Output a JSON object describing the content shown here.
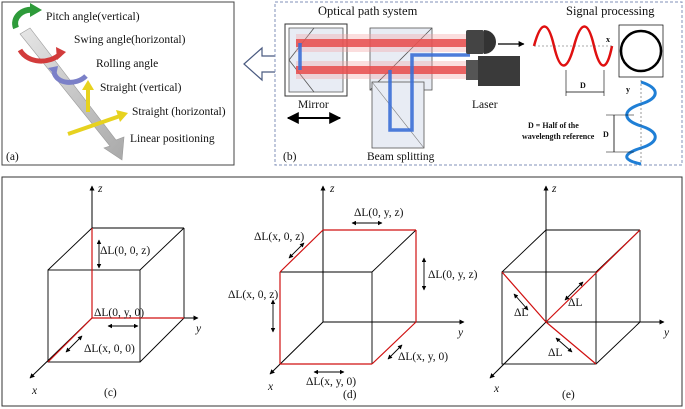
{
  "panel_a": {
    "tag": "(a)",
    "labels": {
      "pitch": "Pitch angle(vertical)",
      "swing": "Swing angle(horizontal)",
      "rolling": "Rolling angle",
      "straight_v": "Straight (vertical)",
      "straight_h": "Straight (horizontal)",
      "linear": "Linear positioning"
    },
    "colors": {
      "pitch": "#2e9b3a",
      "swing": "#d23b3b",
      "rolling": "#7b80c8",
      "straight_v": "#e7d21f",
      "straight_h": "#e7d21f",
      "axis": "#c9c9c9"
    }
  },
  "panel_b": {
    "tag": "(b)",
    "optical_title": "Optical path system",
    "signal_title": "Signal processing",
    "mirror": "Mirror",
    "beam_splitting": "Beam splitting",
    "laser": "Laser",
    "x_label": "x",
    "y_label": "y",
    "d_label": "D",
    "formula_line1": "D = Half of the",
    "formula_line2": "wavelength reference",
    "colors": {
      "beam_red": "#e02020",
      "beam_blue": "#3b6fd6",
      "wave_red": "#e01010",
      "wave_blue": "#1f7fd6",
      "border": "#8090b8"
    }
  },
  "panel_c": {
    "tag": "(c)",
    "axes": {
      "x": "x",
      "y": "y",
      "z": "z"
    },
    "labels": {
      "z_edge": "ΔL(0, 0, z)",
      "y_edge": "ΔL(0, y, 0)",
      "x_edge": "ΔL(x, 0, 0)"
    }
  },
  "panel_d": {
    "tag": "(d)",
    "axes": {
      "x": "x",
      "y": "y",
      "z": "z"
    },
    "labels": {
      "top_y": "ΔL(0, y, z)",
      "top_x": "ΔL(x, 0, z)",
      "right_z": "ΔL(0, y, z)",
      "left_z": "ΔL(x, 0, z)",
      "bottom_right": "ΔL(x, y, 0)",
      "bottom_front": "ΔL(x, y, 0)"
    }
  },
  "panel_e": {
    "tag": "(e)",
    "axes": {
      "x": "x",
      "y": "y",
      "z": "z"
    },
    "labels": {
      "d1": "ΔL",
      "d2": "ΔL",
      "d3": "ΔL"
    }
  }
}
